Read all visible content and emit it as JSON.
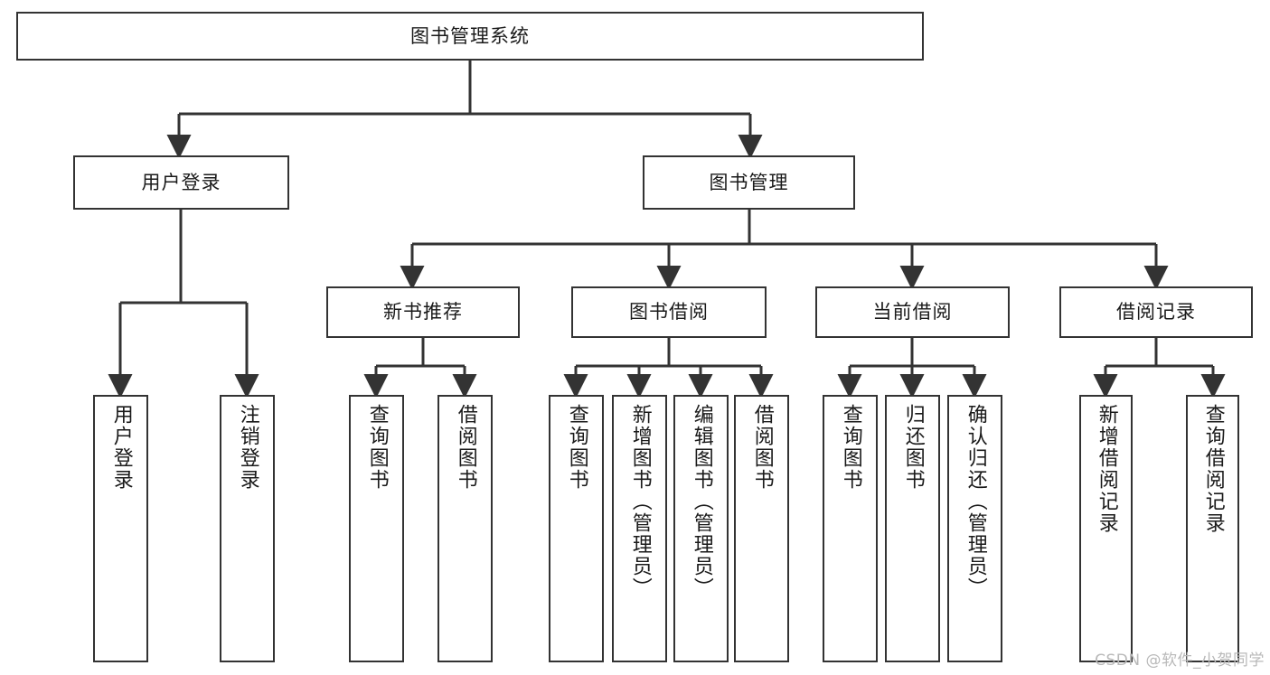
{
  "diagram": {
    "title": "图书管理系统",
    "type": "hierarchy-tree",
    "background_color": "#ffffff",
    "line_color": "#333333",
    "text_color": "#1a1a1a",
    "watermark": "CSDN @软件_小贺同学"
  },
  "nodes": {
    "root": {
      "label": "图书管理系统"
    },
    "level1": [
      {
        "label": "用户登录"
      },
      {
        "label": "图书管理"
      }
    ],
    "level2": [
      {
        "label": "新书推荐"
      },
      {
        "label": "图书借阅"
      },
      {
        "label": "当前借阅"
      },
      {
        "label": "借阅记录"
      }
    ],
    "leaves": {
      "user_login": [
        {
          "label": "用户登录"
        },
        {
          "label": "注销登录"
        }
      ],
      "new_book_recommend": [
        {
          "label": "查询图书"
        },
        {
          "label": "借阅图书"
        }
      ],
      "book_borrow": [
        {
          "label": "查询图书"
        },
        {
          "label": "新增图书（管理员）"
        },
        {
          "label": "编辑图书（管理员）"
        },
        {
          "label": "借阅图书"
        }
      ],
      "current_borrow": [
        {
          "label": "查询图书"
        },
        {
          "label": "归还图书"
        },
        {
          "label": "确认归还（管理员）"
        }
      ],
      "borrow_record": [
        {
          "label": "新增借阅记录"
        },
        {
          "label": "查询借阅记录"
        }
      ]
    }
  }
}
